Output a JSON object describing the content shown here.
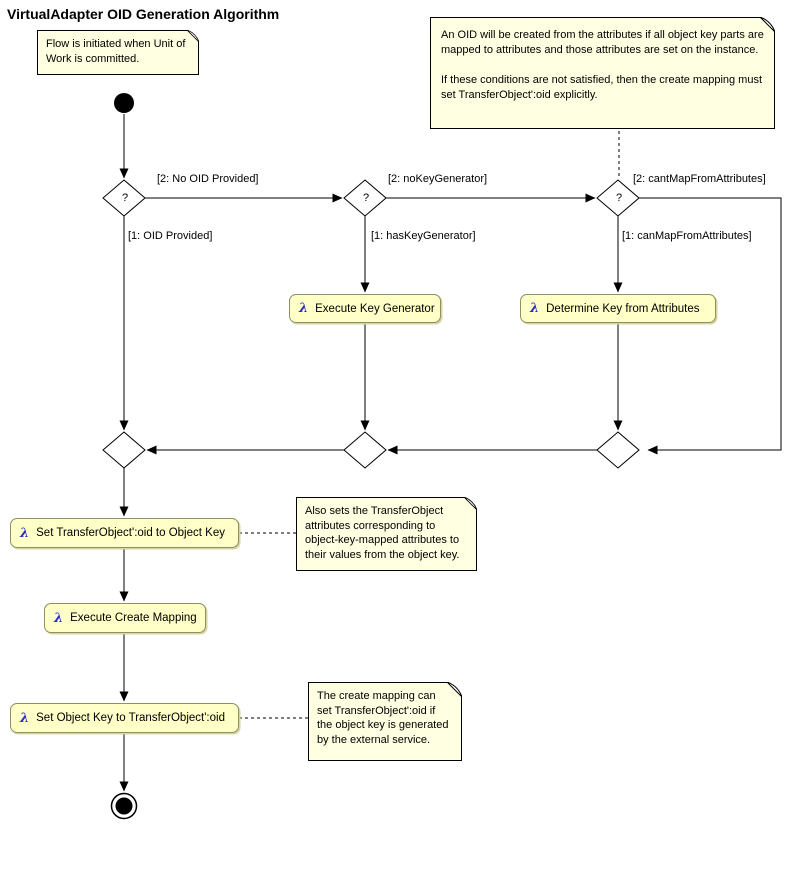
{
  "title": "VirtualAdapter OID Generation Algorithm",
  "notes": {
    "flow_note": {
      "text": "Flow is initiated when Unit of Work is committed."
    },
    "oid_note": {
      "paragraph1": "An OID will be created from the attributes if all object key parts are mapped to attributes and those attributes are set on the instance.",
      "paragraph2": "If these conditions are not satisfied, then the create mapping must set TransferObject':oid explicitly."
    },
    "also_sets_note": {
      "text": "Also sets the TransferObject attributes corresponding to object-key-mapped attributes to their values from the object key."
    },
    "create_mapping_note": {
      "text": "The create mapping can set TransferObject':oid if the object key is generated by the external service."
    }
  },
  "decisions": {
    "glyph": "?",
    "oid_check": {
      "branch_no": "[2: No OID Provided]",
      "branch_yes": "[1: OID Provided]"
    },
    "key_generator_check": {
      "branch_no": "[2: noKeyGenerator]",
      "branch_yes": "[1: hasKeyGenerator]"
    },
    "map_attributes_check": {
      "branch_no": "[2: cantMapFromAttributes]",
      "branch_yes": "[1: canMapFromAttributes]"
    }
  },
  "actions": {
    "lambda_glyph": "λ",
    "execute_key_generator": "Execute Key Generator",
    "determine_key_from_attributes": "Determine Key from Attributes",
    "set_oid_to_object_key": "Set TransferObject':oid to Object Key",
    "execute_create_mapping": "Execute Create Mapping",
    "set_object_key_to_oid": "Set Object Key to TransferObject':oid"
  },
  "colors": {
    "action_fill": "#ffffc8",
    "action_border": "#8f8f62",
    "action_shadow": "#d6d6a4",
    "note_fill": "#ffffe1",
    "note_border": "#000000",
    "edge_line": "#000000",
    "lambda": "#2a2ac8",
    "background": "#ffffff"
  }
}
